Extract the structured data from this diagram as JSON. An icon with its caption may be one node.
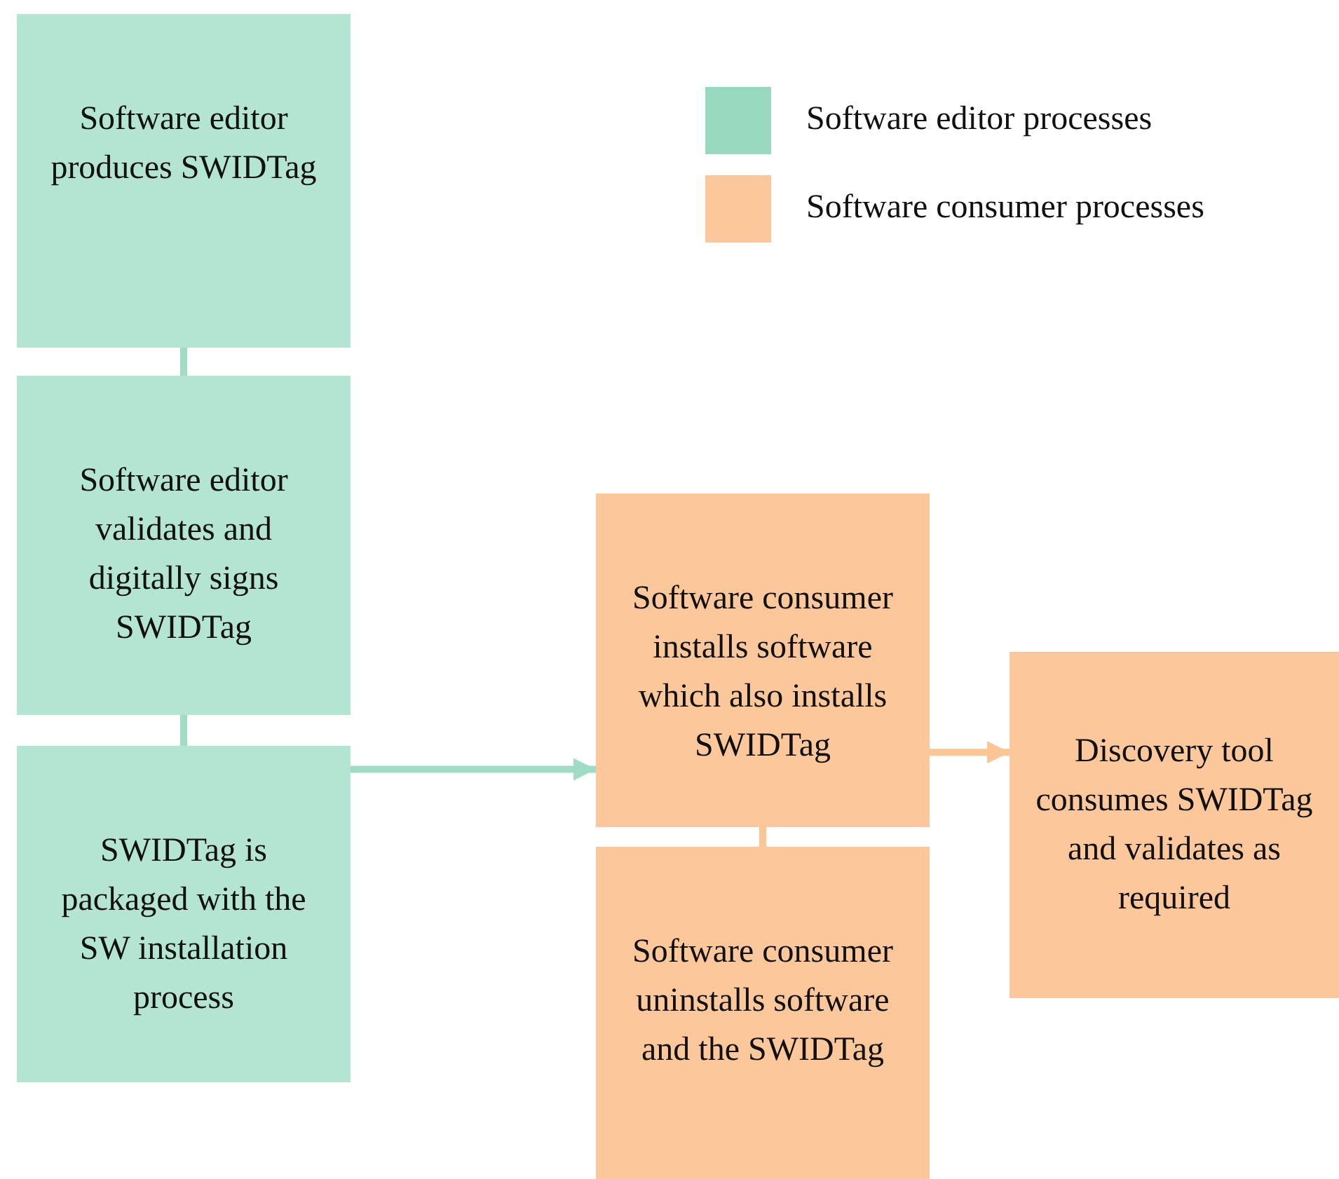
{
  "diagram": {
    "nodes": [
      {
        "text": [
          "Software editor produces SWIDTag"
        ]
      },
      {
        "text": [
          "Software editor validates and digitally signs SWIDTag"
        ]
      },
      {
        "text": [
          "SWIDTag is packaged with the SW installation process"
        ]
      },
      {
        "text": [
          "Software consumer installs software which also installs SWIDTag"
        ]
      },
      {
        "text": [
          "Software consumer uninstalls software and the SWIDTag"
        ]
      },
      {
        "text": [
          "Discovery tool consumes SWIDTag and validates as required"
        ]
      }
    ],
    "edges": [
      {
        "from": 0,
        "to": 1,
        "arrow": "none",
        "color": "#9fdcc3"
      },
      {
        "from": 1,
        "to": 2,
        "arrow": "none",
        "color": "#9fdcc3"
      },
      {
        "from": 2,
        "to": 3,
        "arrow": "to",
        "color": "#9fdcc3"
      },
      {
        "from": 3,
        "to": 4,
        "arrow": "none",
        "color": "#fbc596"
      },
      {
        "from": 3,
        "to": 5,
        "arrow": "to",
        "color": "#fbc596"
      }
    ],
    "legend": [
      {
        "text": "Software editor processes",
        "color": "#99d9bf"
      },
      {
        "text": "Software consumer processes",
        "color": "#fcc79a"
      }
    ]
  }
}
